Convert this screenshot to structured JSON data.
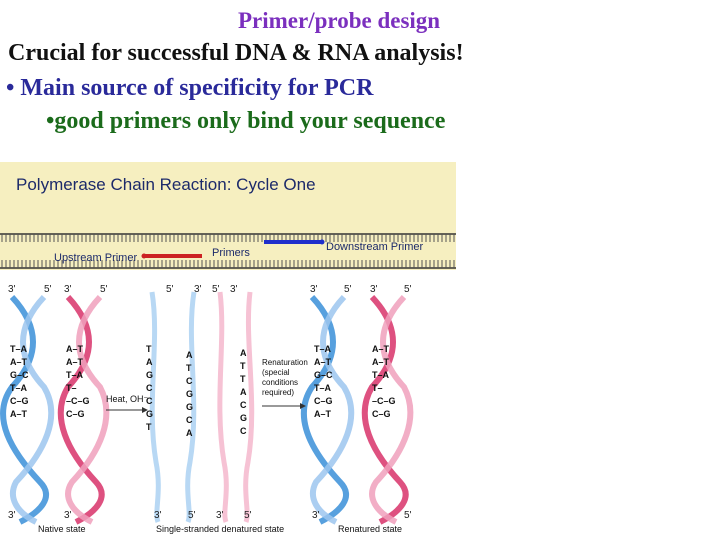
{
  "slide": {
    "title": "Primer/probe design",
    "line1": "Crucial for successful DNA & RNA analysis!",
    "line2": "• Main source of specificity for PCR",
    "line3": "•good primers only bind your sequence"
  },
  "figure": {
    "heading": "Polymerase Chain Reaction: Cycle One",
    "labels": {
      "upstream_primer": "Upstream Primer",
      "primers": "Primers",
      "downstream_primer": "Downstream Primer",
      "heat": "Heat, OH⁻",
      "renaturation": [
        "Renaturation",
        "(special",
        "conditions",
        "required)"
      ],
      "native_state": "Native state",
      "denatured_state": "Single-stranded denatured state",
      "renatured_state": "Renatured state"
    },
    "strand_ends": {
      "three_prime": "3'",
      "five_prime": "5'"
    },
    "left_pairs": [
      "T–A",
      "A–T",
      "G–C",
      "T–A",
      "C–G",
      "A–T"
    ],
    "left_pairs_red": [
      "A–T",
      "A–T",
      "T–A",
      "T–",
      "–C–G",
      "C–G"
    ],
    "denatured_left": [
      "T",
      "A",
      "G",
      "C",
      "C",
      "G",
      "T"
    ],
    "denatured_mid": [
      "A",
      "T",
      "C",
      "G",
      "G",
      "C",
      "A"
    ],
    "denatured_right": [
      "A",
      "T",
      "T",
      "A",
      "C",
      "G",
      "C"
    ],
    "colors": {
      "header_bg": "#f6efc0",
      "blue_strand": "#3a8fd8",
      "red_strand": "#d8336a",
      "downstream_primer": "#1f2fcc",
      "upstream_primer": "#cc2222"
    }
  }
}
